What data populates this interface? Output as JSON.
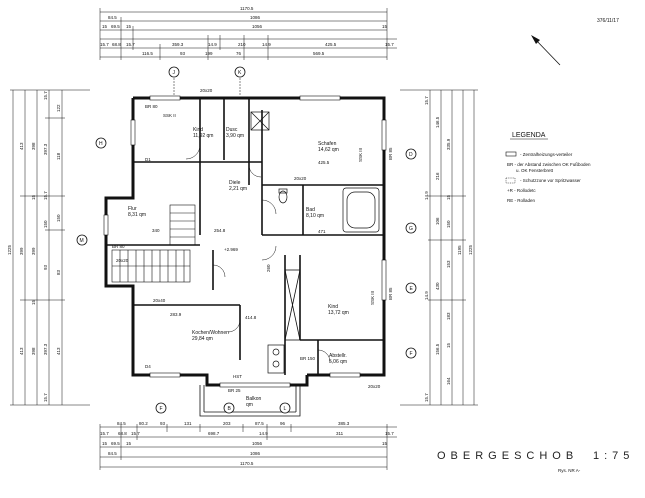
{
  "drawing": {
    "number": "376/11/17",
    "title": "OBERGESCHOB",
    "scale": "1:75",
    "revision": "Rys. NR A-"
  },
  "legend": {
    "heading": "LEGENDA",
    "items": [
      "- Zentralheizungs-verteiler",
      "BR - der Abstand zwischen OK Fußboden",
      "u. OK Fensterbrett",
      "- Schutzzone vor Spritzwasser",
      "+R - Rollodetc",
      "RE - Rolladen"
    ]
  },
  "rooms": [
    {
      "name": "Kind",
      "area": "11,92 qm"
    },
    {
      "name": "Dusc",
      "area": "3,90 qm"
    },
    {
      "name": "Schafen",
      "area": "14,62 qm"
    },
    {
      "name": "Diele",
      "area": "2,21 qm"
    },
    {
      "name": "Flur",
      "area": "8,31 qm"
    },
    {
      "name": "Bad",
      "area": "8,10 qm"
    },
    {
      "name": "Kind",
      "area": "13,72 qm"
    },
    {
      "name": "Kochen/Wohnen",
      "area": "29,84 qm"
    },
    {
      "name": "Abstellr.",
      "area": "5,06 qm"
    },
    {
      "name": "Balkon",
      "area": "qm"
    }
  ],
  "axes": {
    "top": [
      "J",
      "K"
    ],
    "left": [
      "H",
      "M"
    ],
    "right": [
      "D",
      "G",
      "E",
      "F"
    ],
    "bottom": [
      "F",
      "B",
      "L"
    ]
  },
  "dims_top": {
    "row1": [
      "1170.5"
    ],
    "row2": [
      "84.5",
      "1086"
    ],
    "row3": [
      "15",
      "69.5",
      "15",
      "1056",
      "15"
    ],
    "row4": [
      "15.7",
      "68.8",
      "15.7",
      "359.3",
      "14.9",
      "210",
      "14.9",
      "425.5",
      "15.7"
    ],
    "row5": [
      "116.5",
      "93",
      "199",
      "76",
      "569.5"
    ]
  },
  "dims_bottom": {
    "row1": [
      "84.5",
      "80.2",
      "93",
      "131",
      "203",
      "87.5",
      "96",
      "385.3"
    ],
    "row2": [
      "15.7",
      "68.8",
      "15.7",
      "698.7",
      "14.9",
      "311",
      "15.7"
    ],
    "row3": [
      "15",
      "69.5",
      "15",
      "1056",
      "15"
    ],
    "row4": [
      "84.5",
      "1086"
    ],
    "row5": [
      "1170.5"
    ]
  },
  "dims_left": {
    "outer": [
      "1225"
    ],
    "col1": [
      "413",
      "399",
      "413"
    ],
    "col2": [
      "398",
      "15",
      "399",
      "15",
      "398"
    ],
    "col3": [
      "15.7",
      "397.3",
      "15.7",
      "150",
      "93",
      "397.3",
      "15.7"
    ],
    "col4": [
      "122",
      "118",
      "150",
      "83",
      "413"
    ]
  },
  "dims_right": {
    "outer": [
      "1225"
    ],
    "col1": [
      "1195"
    ],
    "col2": [
      "335.9",
      "15",
      "150",
      "153",
      "183",
      "15",
      "164"
    ],
    "col3": [
      "146.5",
      "216",
      "106",
      "430",
      "156.5"
    ],
    "col4": [
      "15.7",
      "14.9",
      "14.9",
      "15.7"
    ]
  },
  "interior": {
    "labels": [
      "20x20",
      "20x20",
      "20x20",
      "20x40",
      "20x20",
      "SSK II",
      "SSK III",
      "SSK III",
      "+2.969",
      "254.8",
      "471",
      "414.8",
      "283.9",
      "340",
      "425.5",
      "260",
      "HST",
      "D4",
      "D1"
    ],
    "sills": [
      "BR 80",
      "BR 80",
      "BR 85",
      "BR 85",
      "BR 150",
      "BR 25"
    ]
  }
}
